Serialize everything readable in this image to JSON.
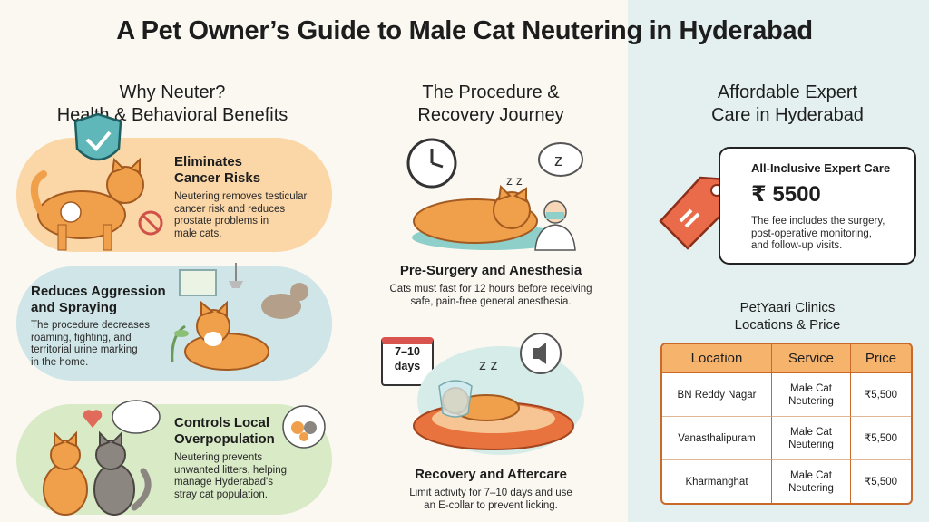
{
  "title": "A Pet Owner’s Guide to Male Cat Neutering in Hyderabad",
  "left_column": {
    "heading_line1": "Why Neuter?",
    "heading_line2": "Health & Behavioral Benefits",
    "cards": [
      {
        "heading_line1": "Eliminates",
        "heading_line2": "Cancer Risks",
        "text_lines": [
          "Neutering removes testicular",
          "cancer risk and reduces",
          "prostate problems in",
          "male cats."
        ]
      },
      {
        "heading_line1": "Reduces Aggression",
        "heading_line2": "and Spraying",
        "text_lines": [
          "The procedure decreases",
          "roaming, fighting, and",
          "territorial urine marking",
          "in the home."
        ]
      },
      {
        "heading_line1": "Controls Local",
        "heading_line2": "Overpopulation",
        "text_lines": [
          "Neutering prevents",
          "unwanted litters, helping",
          "manage Hyderabad's",
          "stray cat population."
        ]
      }
    ]
  },
  "middle_column": {
    "heading_line1": "The Procedure &",
    "heading_line2": "Recovery Journey",
    "sections": [
      {
        "heading": "Pre-Surgery and Anesthesia",
        "text_lines": [
          "Cats must fast for 12 hours before receiving",
          "safe, pain-free general anesthesia."
        ]
      },
      {
        "heading": "Recovery and Aftercare",
        "text_lines": [
          "Limit activity for 7–10 days and use",
          "an E-collar to prevent licking."
        ]
      }
    ],
    "calendar_line1": "7–10",
    "calendar_line2": "days"
  },
  "right_column": {
    "heading_line1": "Affordable Expert",
    "heading_line2": "Care in Hyderabad",
    "price_card": {
      "title": "All-Inclusive Expert Care",
      "price": "₹ 5500",
      "text_lines": [
        "The fee includes the surgery,",
        "post-operative monitoring,",
        "and follow-up visits."
      ]
    },
    "clinics_heading_line1": "PetYaari Clinics",
    "clinics_heading_line2": "Locations & Price",
    "table": {
      "headers": [
        "Location",
        "Service",
        "Price"
      ],
      "rows": [
        {
          "location": "BN Reddy Nagar",
          "service_line1": "Male Cat",
          "service_line2": "Neutering",
          "price": "₹5,500"
        },
        {
          "location": "Vanasthalipuram",
          "service_line1": "Male Cat",
          "service_line2": "Neutering",
          "price": "₹5,500"
        },
        {
          "location": "Kharmanghat",
          "service_line1": "Male Cat",
          "service_line2": "Neutering",
          "price": "₹5,500"
        }
      ]
    }
  },
  "colors": {
    "card1": "#fbd7a8",
    "card2": "#cfe5e7",
    "card3": "#d9eac6",
    "right_panel": "#e3f0ef",
    "cat_orange": "#f0a04b",
    "table_header": "#f6b36c",
    "tag": "#ea6b4a"
  }
}
